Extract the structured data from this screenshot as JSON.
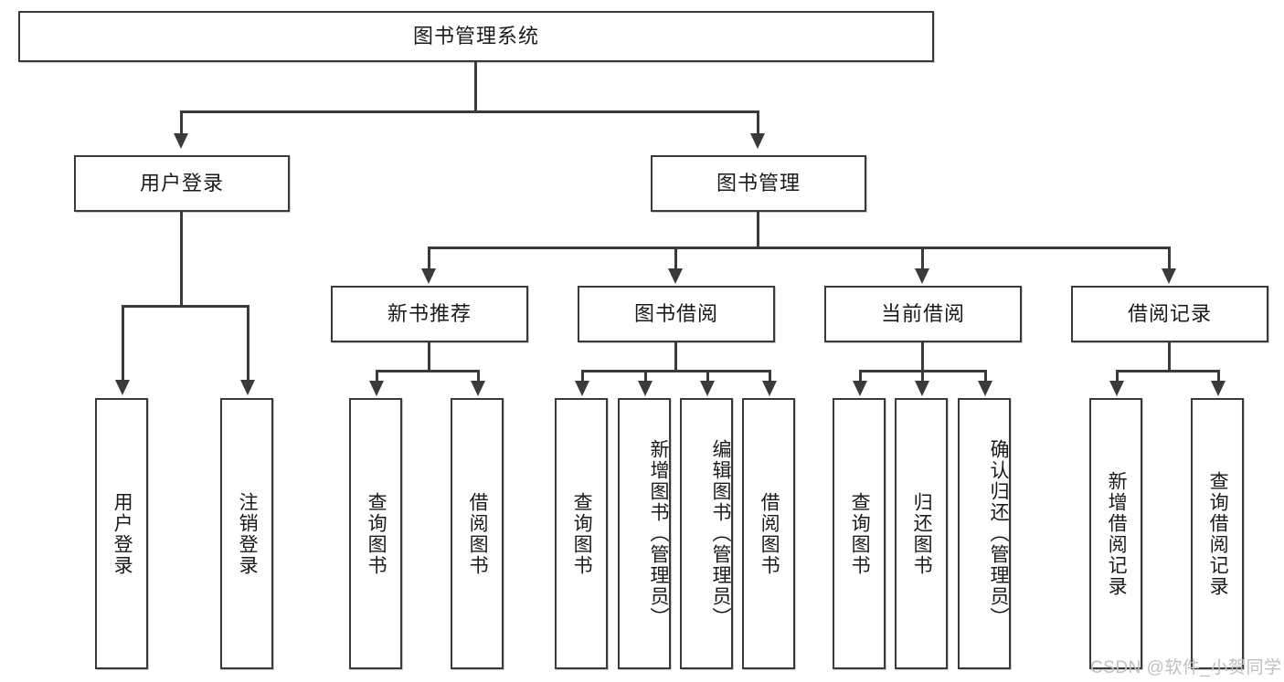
{
  "diagram": {
    "type": "tree-hierarchy",
    "title": "图书管理系统",
    "root": {
      "label": "图书管理系统",
      "level": 0
    },
    "level1": [
      {
        "label": "用户登录"
      },
      {
        "label": "图书管理"
      }
    ],
    "level2": [
      {
        "label": "新书推荐",
        "parent": "图书管理"
      },
      {
        "label": "图书借阅",
        "parent": "图书管理"
      },
      {
        "label": "当前借阅",
        "parent": "图书管理"
      },
      {
        "label": "借阅记录",
        "parent": "图书管理"
      }
    ],
    "leaves": {
      "user_login": [
        {
          "label": "用户登录"
        },
        {
          "label": "注销登录"
        }
      ],
      "new_book_recommend": [
        {
          "label": "查询图书"
        },
        {
          "label": "借阅图书"
        }
      ],
      "book_borrow": [
        {
          "label": "查询图书"
        },
        {
          "label": "新增图书（管理员）"
        },
        {
          "label": "编辑图书（管理员）"
        },
        {
          "label": "借阅图书"
        }
      ],
      "current_borrow": [
        {
          "label": "查询图书"
        },
        {
          "label": "归还图书"
        },
        {
          "label": "确认归还（管理员）"
        }
      ],
      "borrow_record": [
        {
          "label": "新增借阅记录"
        },
        {
          "label": "查询借阅记录"
        }
      ]
    }
  },
  "watermark": {
    "text": "CSDN @软件_小贺同学"
  },
  "colors": {
    "border": "#3a3a3a",
    "connector": "#3a3a3a",
    "background": "#ffffff",
    "text": "#1a1a1a",
    "watermark": "#bfbfbf"
  }
}
